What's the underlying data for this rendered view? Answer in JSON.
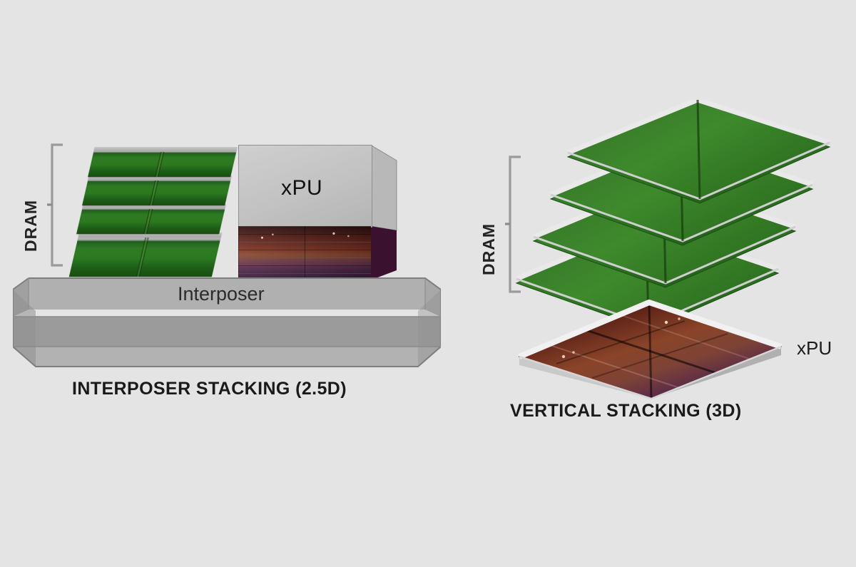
{
  "page": {
    "background_color": "#e4e4e4",
    "title": "Chip Packaging Comparison Diagram"
  },
  "diagrams": [
    {
      "id": "interposer-stacking",
      "caption": "INTERPOSER STACKING (2.5D)",
      "bracket_label": "DRAM",
      "components": {
        "dram_label": "DRAM",
        "dram_layer_count": 4,
        "dram_color": "#2c7a20",
        "xpu_label": "xPU",
        "xpu_top_color": "#c4c4c4",
        "xpu_die_color": "#7a3022",
        "substrate_label": "Interposer",
        "substrate_color": "#a9a9a9"
      }
    },
    {
      "id": "vertical-stacking",
      "caption": "VERTICAL STACKING (3D)",
      "bracket_label": "DRAM",
      "components": {
        "dram_label": "DRAM",
        "dram_layer_count": 4,
        "dram_color": "#3a7f2a",
        "xpu_label": "xPU",
        "xpu_die_color": "#7a3022"
      }
    }
  ]
}
